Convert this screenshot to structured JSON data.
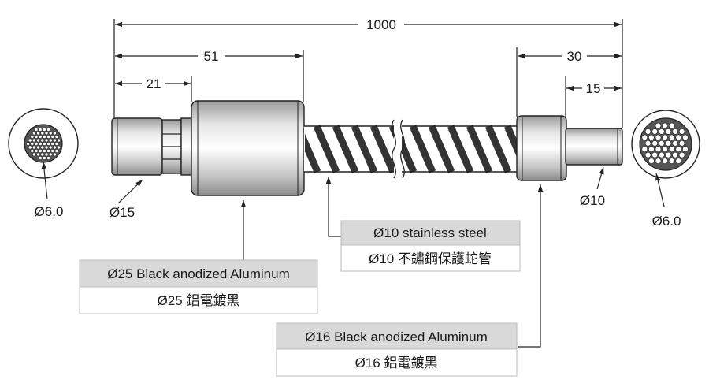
{
  "dimensions": {
    "overall_length": "1000",
    "collar_offset": "51",
    "tip_length": "21",
    "right_ferrule_offset": "30",
    "right_tip_length": "15"
  },
  "diameters": {
    "left_bundle": "Ø6.0",
    "left_tip": "Ø15",
    "right_tip": "Ø10",
    "right_bundle": "Ø6.0"
  },
  "callouts": {
    "hose": {
      "en": "Ø10 stainless steel",
      "zh": "Ø10 不鏽鋼保護蛇管"
    },
    "big_collar": {
      "en": "Ø25 Black anodized Aluminum",
      "zh": "Ø25 鋁電鍍黑"
    },
    "small_collar": {
      "en": "Ø16 Black anodized Aluminum",
      "zh": "Ø16 鋁電鍍黑"
    }
  },
  "colors": {
    "line": "#222222",
    "label_header_bg": "#d9d9d9",
    "label_border": "#bbbbbb"
  }
}
